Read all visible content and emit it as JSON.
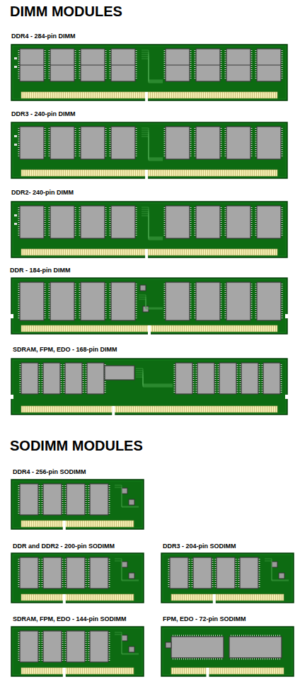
{
  "diagram": {
    "labels": [
      "DIMM MODULES",
      "DDR4 - 284-pin DIMM",
      "DDR3 - 240-pin DIMM",
      "DDR2- 240-pin DIMM",
      "DDR - 184-pin DIMM",
      "SDRAM, FPM, EDO - 168-pin DIMM",
      "SODIMM MODULES",
      "DDR4 - 256-pin SODIMM",
      "DDR and DDR2 - 200-pin SODIMM",
      "DDR3 - 204-pin SODIMM",
      "SDRAM, FPM, EDO - 144-pin SODIMM",
      "FPM, EDO - 72-pin SODIMM"
    ]
  }
}
